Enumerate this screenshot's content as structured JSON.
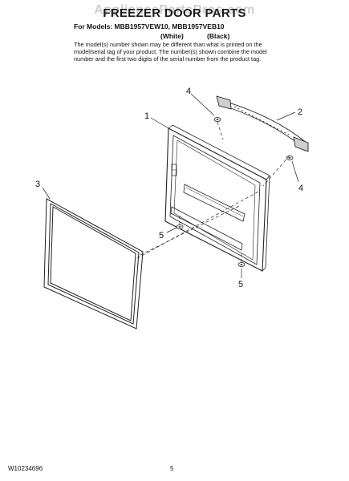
{
  "watermark": "AppliancePartsPros.com",
  "header": {
    "title": "FREEZER DOOR PARTS",
    "models_line": "For Models: MBB1957VEW10, MBB1957VEB10",
    "variant_white": "(White)",
    "variant_black": "(Black)",
    "note": "The model(s) number shown may be different than what is printed on the model/serial tag of your product. The number(s) shown combine the model number and the first two digits of the serial number from the product tag."
  },
  "callouts": {
    "part_1": "1",
    "part_2": "2",
    "part_3": "3",
    "part_4_top": "4",
    "part_4_right": "4",
    "part_5_left": "5",
    "part_5_bottom": "5"
  },
  "footer": {
    "doc_number": "W10234696",
    "page_number": "5"
  }
}
